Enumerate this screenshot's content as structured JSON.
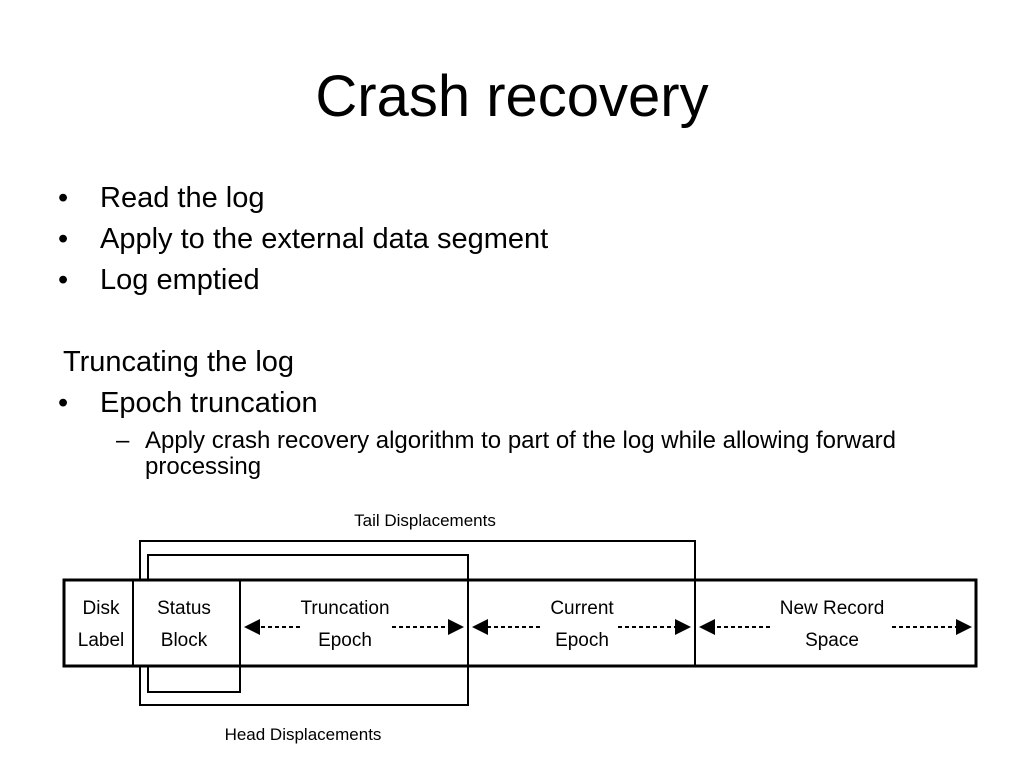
{
  "slide": {
    "title": "Crash recovery",
    "bullets": [
      "Read the log",
      "Apply to the external data segment",
      "Log emptied"
    ],
    "section_heading": "Truncating the log",
    "section_bullet": "Epoch truncation",
    "sub_bullet": "Apply crash recovery algorithm to part of the log while allowing forward processing"
  },
  "diagram": {
    "top_label": "Tail Displacements",
    "bottom_label": "Head Displacements",
    "segments": {
      "disk_label": [
        "Disk",
        "Label"
      ],
      "status_block": [
        "Status",
        "Block"
      ],
      "truncation_epoch": [
        "Truncation",
        "Epoch"
      ],
      "current_epoch": [
        "Current",
        "Epoch"
      ],
      "new_record_space": [
        "New Record",
        "Space"
      ]
    }
  }
}
